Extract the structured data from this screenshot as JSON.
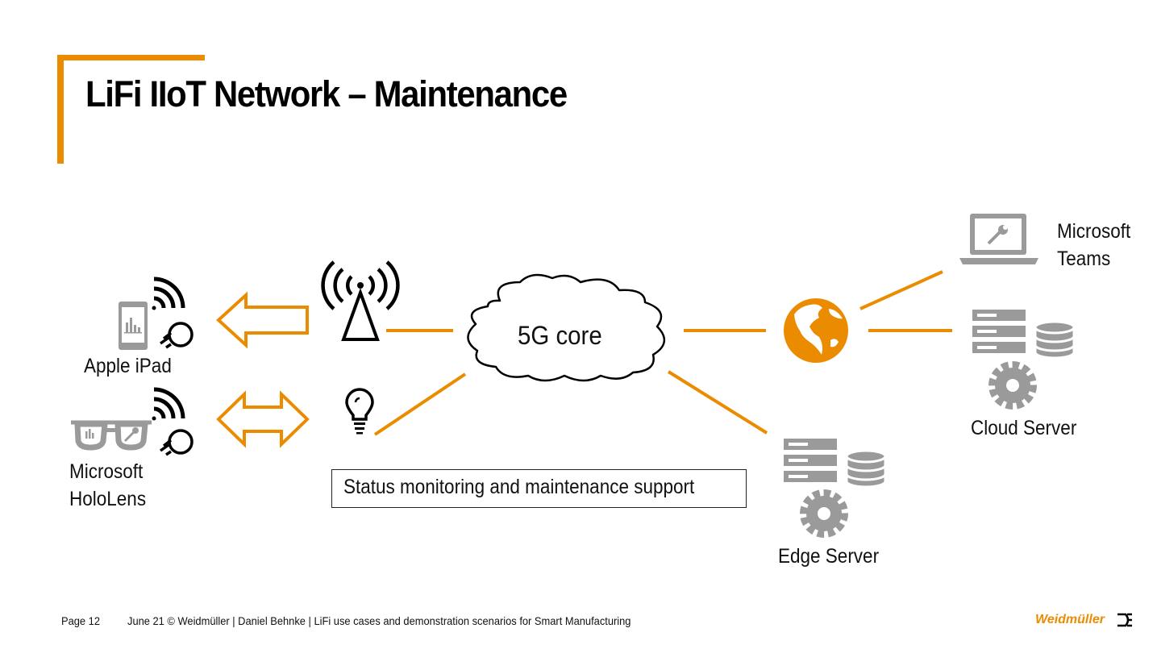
{
  "title": "LiFi IIoT Network – Maintenance",
  "labels": {
    "ipad": "Apple iPad",
    "hololens_line1": "Microsoft",
    "hololens_line2": "HoloLens",
    "core": "5G core",
    "teams_line1": "Microsoft",
    "teams_line2": "Teams",
    "cloud": "Cloud Server",
    "edge": "Edge Server",
    "status": "Status monitoring and maintenance support"
  },
  "footer": {
    "page": "Page 12",
    "info": "June 21  ©  Weidmüller  |  Daniel Behnke | LiFi use cases and demonstration scenarios for Smart Manufacturing",
    "brand": "Weidmüller"
  },
  "colors": {
    "accent": "#EB8C00",
    "icon_gray": "#9a9a9a",
    "text": "#111111"
  },
  "icons": [
    "tablet-icon",
    "ar-glasses-icon",
    "wireless-signal-icon",
    "lightbulb-icon",
    "antenna-icon",
    "cloud-icon",
    "globe-icon",
    "laptop-icon",
    "server-rack-icon",
    "database-icon",
    "gear-icon",
    "weidmueller-logo-icon"
  ]
}
